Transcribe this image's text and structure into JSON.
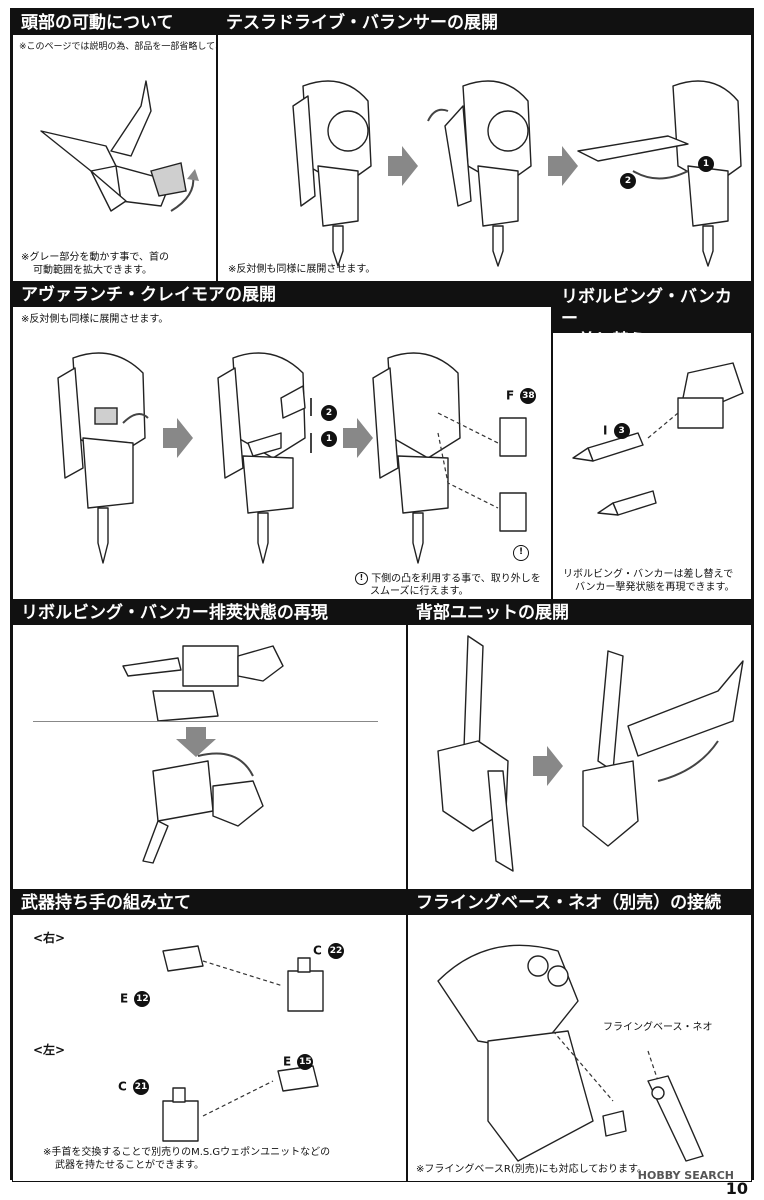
{
  "sections": {
    "head": {
      "title": "頭部の可動について",
      "note_top": "※このページでは説明の為、部品を一部省略しております。",
      "note_bottom_1": "※グレー部分を動かす事で、首の",
      "note_bottom_2": "可動範囲を拡大できます。"
    },
    "tesla": {
      "title": "テスラドライブ・バランサーの展開",
      "note": "※反対側も同様に展開させます。",
      "step1": "1",
      "step2": "2"
    },
    "avalanche": {
      "title": "アヴァランチ・クレイモアの展開",
      "note": "※反対側も同様に展開させます。",
      "step1": "1",
      "step2": "2",
      "part_letter": "F",
      "part_number": "38",
      "warn_symbol": "!",
      "hint_1": "下側の凸を利用する事で、取り外しを",
      "hint_2": "スムーズに行えます。"
    },
    "revolving": {
      "title_1": "リボルビング・バンカー",
      "title_2": "の差し替え",
      "part_letter": "I",
      "part_number": "3",
      "note_1": "リボルビング・バンカーは差し替えで",
      "note_2": "バンカー撃発状態を再現できます。"
    },
    "eject": {
      "title": "リボルビング・バンカー排莢状態の再現"
    },
    "back": {
      "title": "背部ユニットの展開"
    },
    "weapon_hand": {
      "title": "武器持ち手の組み立て",
      "right_label": "<右>",
      "left_label": "<左>",
      "right_c_letter": "C",
      "right_c_number": "22",
      "right_e_letter": "E",
      "right_e_number": "12",
      "left_c_letter": "C",
      "left_c_number": "21",
      "left_e_letter": "E",
      "left_e_number": "15",
      "note_1": "※手首を交換することで別売りのM.S.Gウェポンユニットなどの",
      "note_2": "武器を持たせることができます。"
    },
    "flying_base": {
      "title": "フライングベース・ネオ（別売）の接続",
      "base_label": "フライングベース・ネオ",
      "note": "※フライングベースR(別売)にも対応しております。"
    }
  },
  "watermark": "HOBBY SEARCH",
  "page_number": "10"
}
